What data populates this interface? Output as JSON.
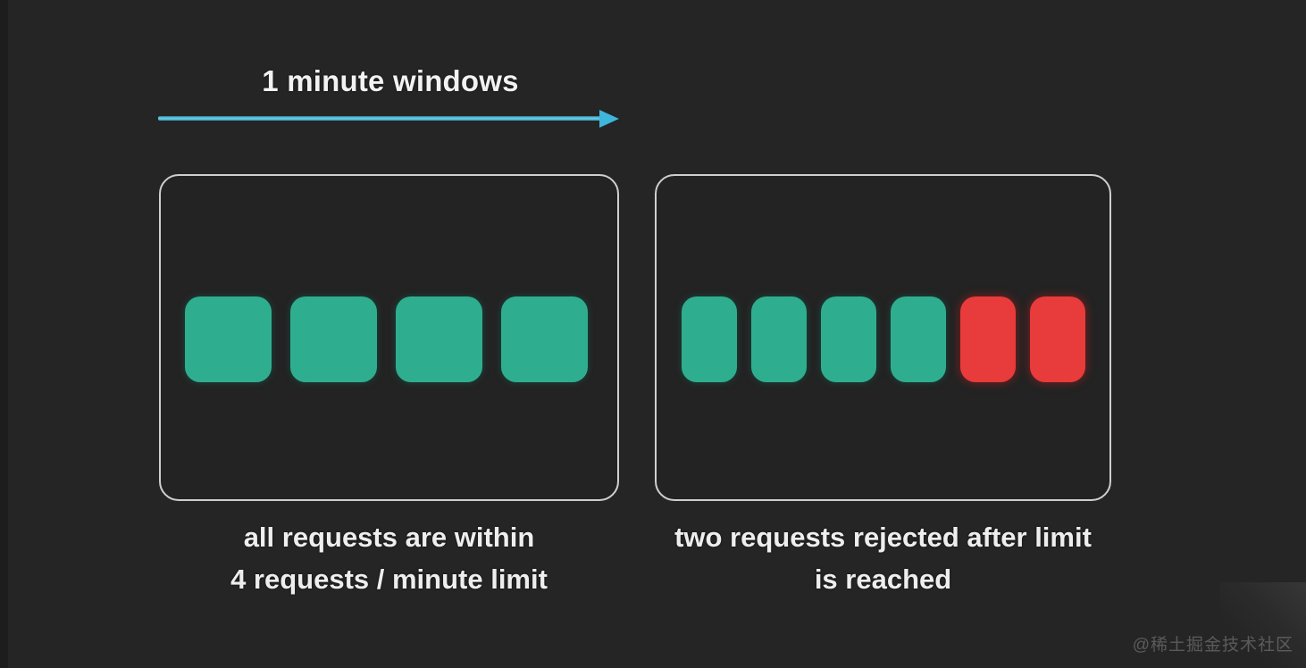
{
  "colors": {
    "background": "#252525",
    "panel_border": "#cfcfcf",
    "allowed": "#2fae8f",
    "rejected": "#e83b3b",
    "arrow": "#3fb6dc",
    "text": "#eeeeee"
  },
  "timeline": {
    "label": "1 minute windows",
    "arrow_direction": "right"
  },
  "windows": [
    {
      "id": "window-1",
      "requests": [
        {
          "state": "allowed"
        },
        {
          "state": "allowed"
        },
        {
          "state": "allowed"
        },
        {
          "state": "allowed"
        }
      ],
      "caption_lines": [
        "all requests are within",
        "4 requests / minute limit"
      ]
    },
    {
      "id": "window-2",
      "requests": [
        {
          "state": "allowed"
        },
        {
          "state": "allowed"
        },
        {
          "state": "allowed"
        },
        {
          "state": "allowed"
        },
        {
          "state": "rejected"
        },
        {
          "state": "rejected"
        }
      ],
      "caption_lines": [
        "two requests rejected after limit",
        "is reached"
      ]
    }
  ],
  "limit": {
    "value": 4,
    "unit": "requests / minute"
  },
  "watermark": {
    "text": "@稀土掘金技术社区"
  }
}
